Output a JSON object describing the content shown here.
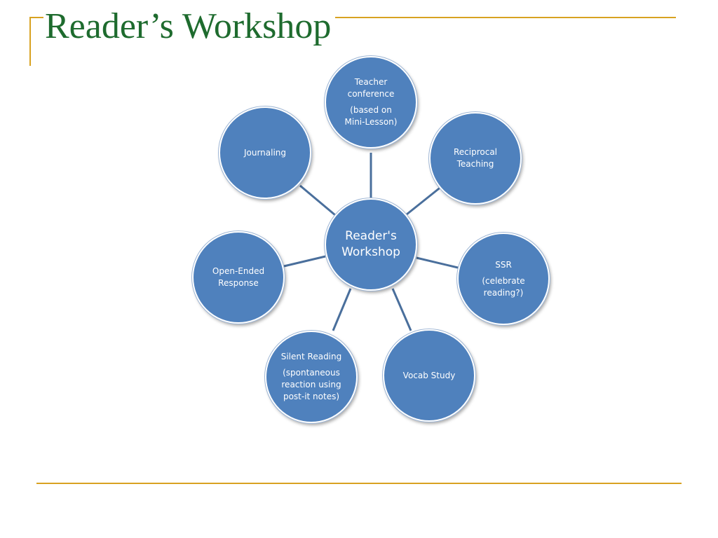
{
  "slide": {
    "title": "Reader’s Workshop"
  },
  "diagram": {
    "center": {
      "line1": "Reader's",
      "line2": "Workshop"
    },
    "nodes": {
      "teacher_conference": {
        "line1": "Teacher",
        "line2": "conference",
        "line3": "(based on",
        "line4": "Mini-Lesson)"
      },
      "reciprocal_teaching": {
        "line1": "Reciprocal",
        "line2": "Teaching"
      },
      "ssr": {
        "line1": "SSR",
        "line2": "(celebrate",
        "line3": "reading?)"
      },
      "vocab_study": {
        "line1": "Vocab Study"
      },
      "silent_reading": {
        "line1": "Silent Reading",
        "line2": "(spontaneous",
        "line3": "reaction using",
        "line4": "post-it notes)"
      },
      "open_ended_response": {
        "line1": "Open-Ended",
        "line2": "Response"
      },
      "journaling": {
        "line1": "Journaling"
      }
    }
  },
  "colors": {
    "node_fill": "#4f81bd",
    "connector": "#4a6f9c",
    "title": "#1e6b2e",
    "frame": "#d8a221"
  }
}
